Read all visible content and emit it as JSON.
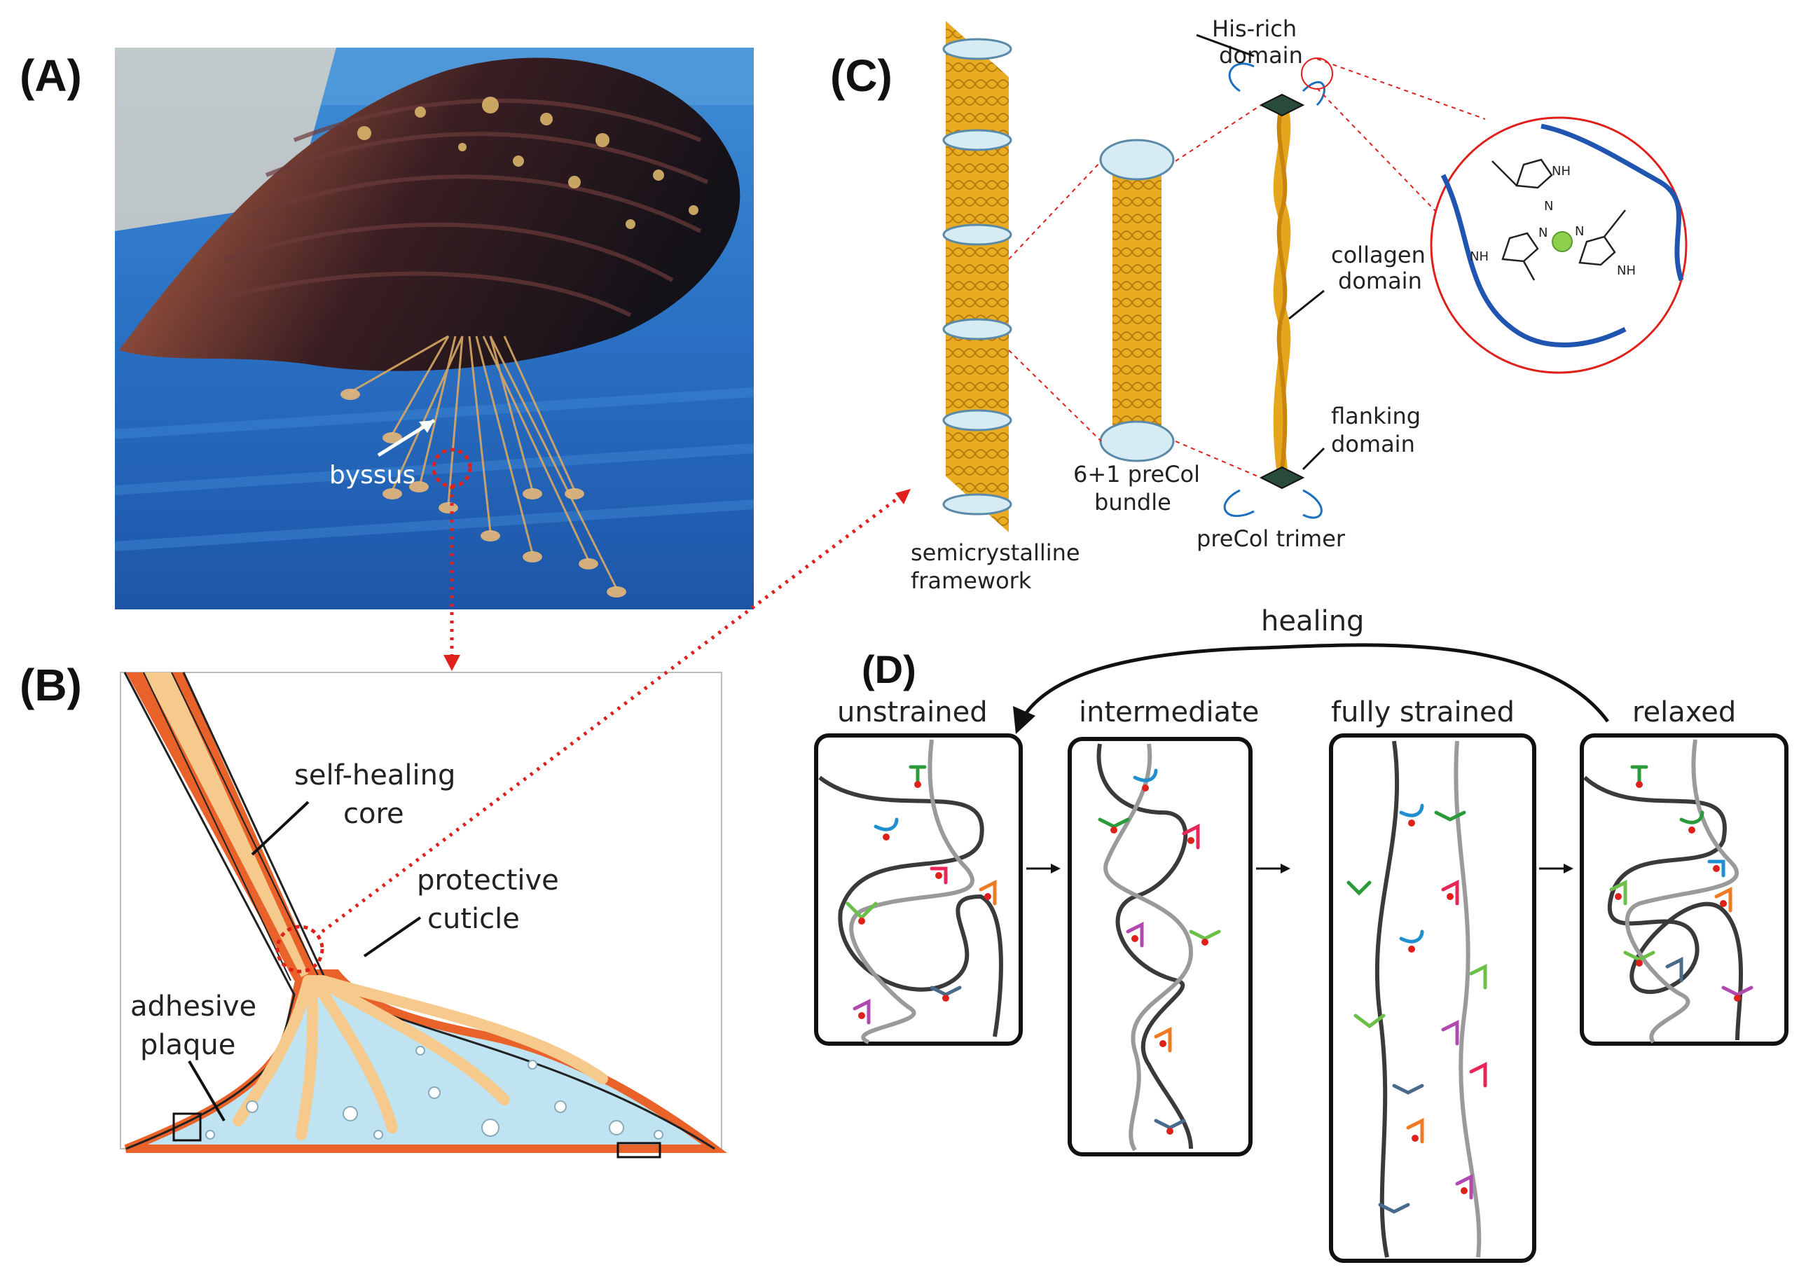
{
  "panel_labels": {
    "a": "(A)",
    "b": "(B)",
    "c": "(C)",
    "d": "(D)"
  },
  "panel_a": {
    "byssus_label": "byssus"
  },
  "panel_b": {
    "core_label_1": "self-healing",
    "core_label_2": "core",
    "cuticle_label_1": "protective",
    "cuticle_label_2": "cuticle",
    "plaque_label_1": "adhesive",
    "plaque_label_2": "plaque"
  },
  "panel_c": {
    "his_rich_1": "His-rich",
    "his_rich_2": "domain",
    "collagen_1": "collagen",
    "collagen_2": "domain",
    "flanking_1": "flanking",
    "flanking_2": "domain",
    "bundle_1": "6+1 preCol",
    "bundle_2": "bundle",
    "trimer": "preCol trimer",
    "framework_1": "semicrystalline",
    "framework_2": "framework",
    "nh": "NH",
    "n": "N"
  },
  "panel_d": {
    "healing": "healing",
    "states": [
      "unstrained",
      "intermediate",
      "fully strained",
      "relaxed"
    ]
  },
  "colors": {
    "red_dotted": "#e0201a",
    "thread_orange": "#e8622a",
    "core_tan": "#f6c98c",
    "plaque_blue": "#bfe3f0",
    "collagen_gold": "#e5a51c",
    "chain_dark": "#3a3a3a",
    "chain_light": "#9a9a9a",
    "green": "#2a9a3a",
    "blue": "#1f8fd0",
    "pink": "#e8265a",
    "orange": "#f07a24",
    "purple": "#b04ab0",
    "lightgreen": "#6cc04a",
    "slate": "#4a6a8a"
  }
}
